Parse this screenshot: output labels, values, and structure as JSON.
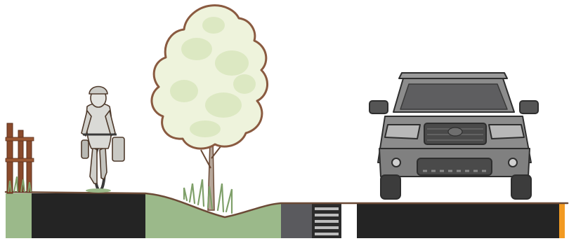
{
  "scene": {
    "elements": [
      {
        "name": "wooden-fence",
        "kind": "fence"
      },
      {
        "name": "cyclist-with-panniers",
        "kind": "cyclist"
      },
      {
        "name": "deciduous-tree",
        "kind": "tree"
      },
      {
        "name": "vegetated-swale",
        "kind": "swale"
      },
      {
        "name": "pickup-truck-front-view",
        "kind": "vehicle"
      }
    ],
    "cross_section": [
      {
        "name": "left-grass-verge",
        "surface": "grass"
      },
      {
        "name": "bike-path",
        "surface": "asphalt"
      },
      {
        "name": "swale-planting",
        "surface": "grass"
      },
      {
        "name": "gutter-band",
        "surface": "concrete"
      },
      {
        "name": "drain-grate",
        "surface": "grate"
      },
      {
        "name": "curb",
        "surface": "white"
      },
      {
        "name": "travel-lane",
        "surface": "asphalt"
      },
      {
        "name": "yellow-centerline",
        "surface": "marking"
      }
    ],
    "colors": {
      "grass": "#9bb98a",
      "asphalt": "#242424",
      "concrete": "#5a5a5e",
      "grate": "#bdbdbd",
      "curb": "#ffffff",
      "centerline": "#f29a22",
      "outline": "#6b4a36",
      "tree_leaves": "#eef3dc",
      "fence_wood": "#8a4a2c",
      "car_body": "#8c8c8c",
      "car_dark": "#4a4a4a",
      "cyclist": "#d8d8d4"
    }
  }
}
